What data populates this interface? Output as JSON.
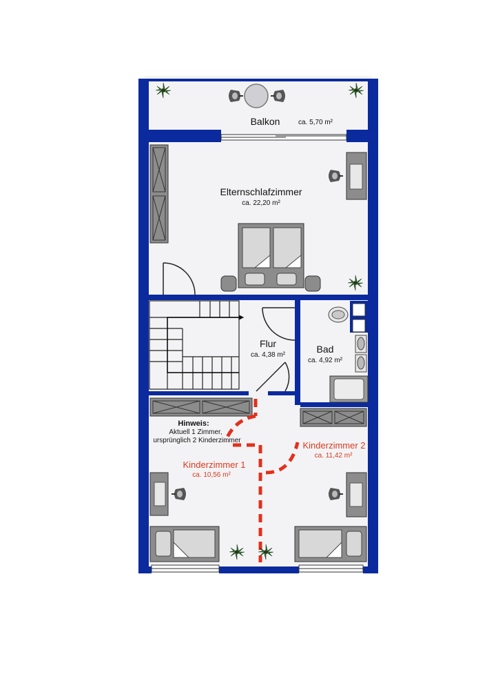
{
  "colors": {
    "wall": "#0a2a9e",
    "floor": "#f2f2f4",
    "furniture": "#8c8c8c",
    "furniture_light": "#d8d8d8",
    "partition": "#e2301c",
    "room_label_red": "#d83a1f",
    "plant": "#2e6b2e"
  },
  "rooms": {
    "balkon": {
      "name": "Balkon",
      "area": "ca. 5,70 m²"
    },
    "elternschlafzimmer": {
      "name": "Elternschlafzimmer",
      "area": "ca. 22,20 m²"
    },
    "flur": {
      "name": "Flur",
      "area": "ca. 4,38 m²"
    },
    "bad": {
      "name": "Bad",
      "area": "ca. 4,92 m²"
    },
    "kinderzimmer1": {
      "name": "Kinderzimmer 1",
      "area": "ca. 10,56 m²"
    },
    "kinderzimmer2": {
      "name": "Kinderzimmer 2",
      "area": "ca. 11,42 m²"
    }
  },
  "note": {
    "title": "Hinweis:",
    "line1": "Aktuell 1 Zimmer,",
    "line2": "ursprünglich 2 Kinderzimmer"
  },
  "icons": [
    "plant-icon",
    "chair-icon",
    "table-icon",
    "double-bed-icon",
    "single-bed-icon",
    "wardrobe-icon",
    "toilet-icon",
    "sink-icon",
    "bathtub-icon",
    "stairs-icon",
    "door-swing-icon",
    "desk-icon"
  ]
}
